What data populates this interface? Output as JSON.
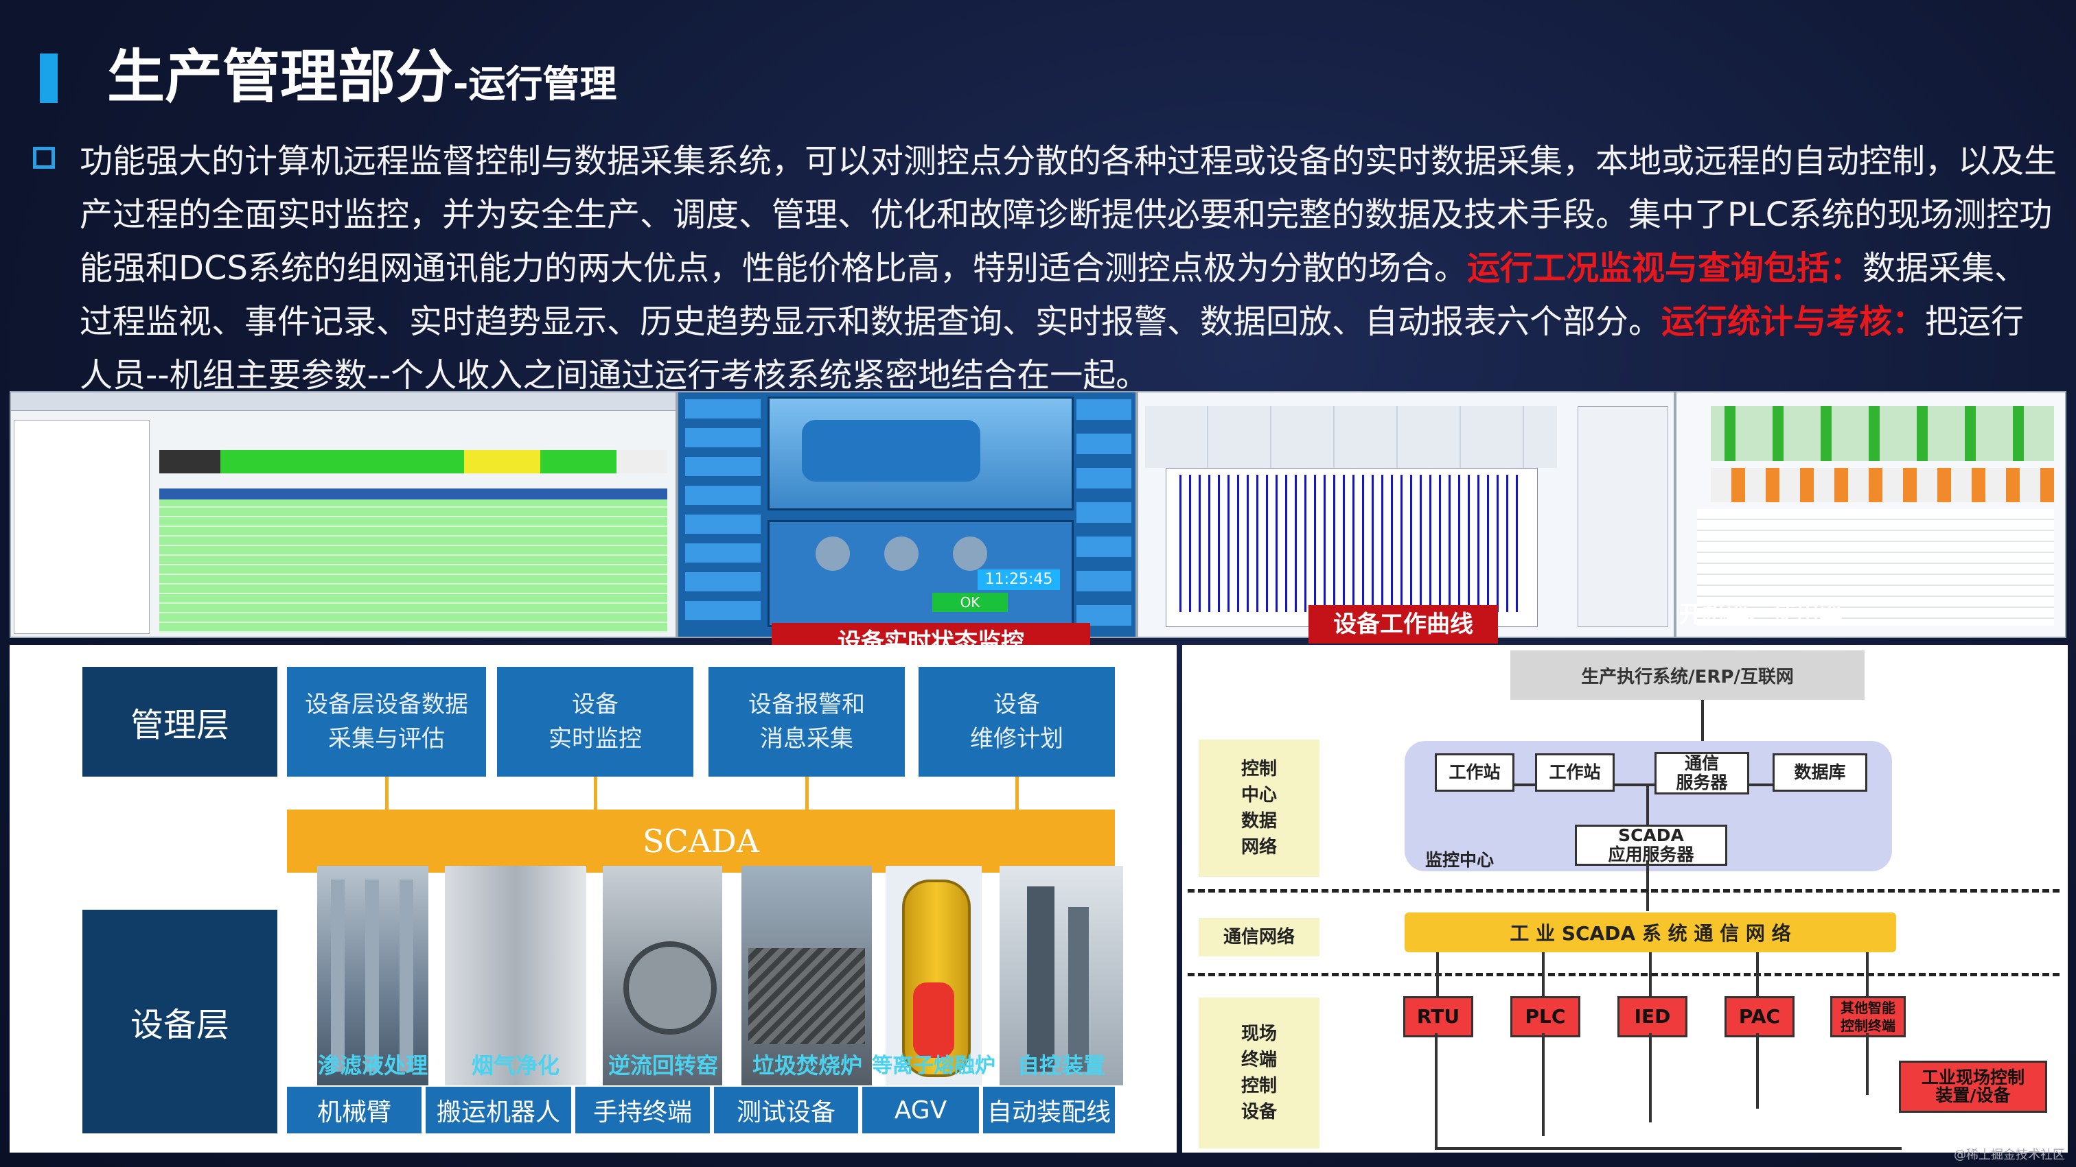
{
  "header": {
    "title": "生产管理部分",
    "subtitle": "-运行管理"
  },
  "intro": {
    "text1": "功能强大的计算机远程监督控制与数据采集系统，可以对测控点分散的各种过程或设备的实时数据采集，本地或远程的自动控制，以及生产过程的全面实时监控，并为安全生产、调度、管理、优化和故障诊断提供必要和完整的数据及技术手段。集中了PLC系统的现场测控功能强和DCS系统的组网通讯能力的两大优点，性能价格比高，特别适合测控点极为分散的场合。",
    "red1": "运行工况监视与查询包括：",
    "text2": "数据采集、过程监视、事件记录、实时趋势显示、历史趋势显示和数据查询、实时报警、数据回放、自动报表六个部分。",
    "red2": "运行统计与考核：",
    "text3": "把运行人员--机组主要参数--个人收入之间通过运行考核系统紧密地结合在一起。"
  },
  "screenshots": {
    "caption_status": "设备实时状态监控",
    "caption_curve": "设备工作曲线",
    "caption_rate": "开机率、使用率",
    "clock_display": "11:25:45",
    "ok_label": "OK"
  },
  "architecture": {
    "mgmt_layer": "管理层",
    "device_layer": "设备层",
    "mgmt_items": [
      "设备层设备数据\n采集与评估",
      "设备\n实时监控",
      "设备报警和\n消息采集",
      "设备\n维修计划"
    ],
    "scada": "SCADA",
    "equipment_captions": [
      "渗滤液处理",
      "烟气净化",
      "逆流回转窑",
      "垃圾焚烧炉",
      "等离子熔融炉",
      "自控装置"
    ],
    "devices": [
      "机械臂",
      "搬运机器人",
      "手持终端",
      "测试设备",
      "AGV",
      "自动装配线"
    ]
  },
  "network": {
    "top": "生产执行系统/ERP/互联网",
    "label_control": "控制\n中心\n数据\n网络",
    "label_comm": "通信网络",
    "label_field": "现场\n终端\n控制\n设备",
    "nodes": [
      "工作站",
      "工作站",
      "通信\n服务器",
      "数据库"
    ],
    "scada_server": "SCADA\n应用服务器",
    "monitor_center": "监控中心",
    "network_bar": "工 业 SCADA 系 统 通 信 网 络",
    "terminals": [
      "RTU",
      "PLC",
      "IED",
      "PAC",
      "其他智能\n控制终端"
    ],
    "field_device": "工业现场控制\n装置/设备"
  },
  "watermark": "@稀土掘金技术社区",
  "colors": {
    "accent_blue": "#1aa3e8",
    "highlight_red": "#e8181c",
    "scada_orange": "#f5ab20",
    "layer_navy": "#103d68",
    "item_blue": "#1b6fb4"
  }
}
